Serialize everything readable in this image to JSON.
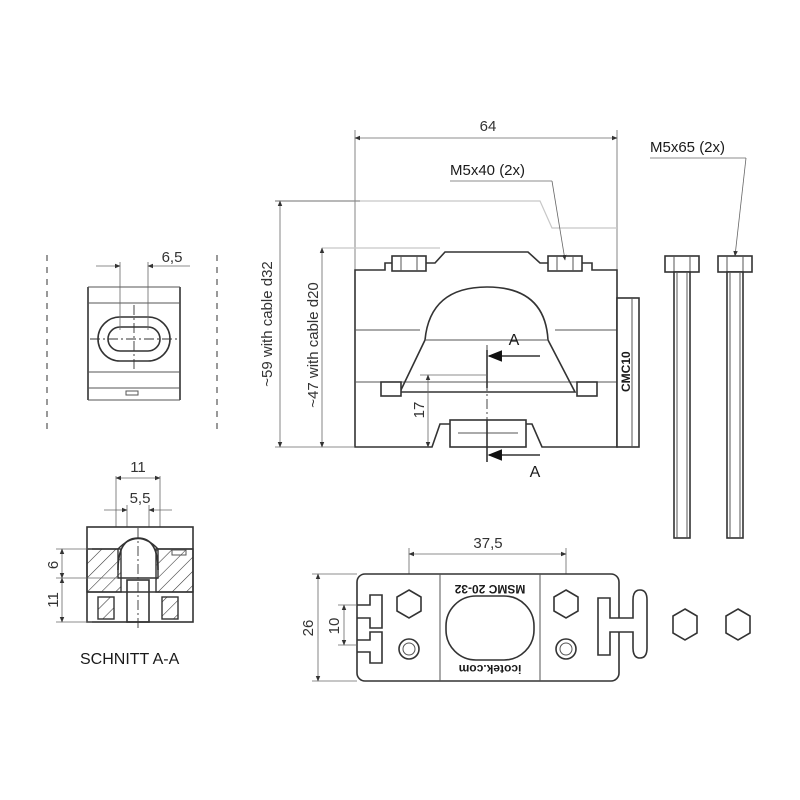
{
  "dimensions": {
    "width_64": "64",
    "height_59": "~59 with cable d32",
    "height_47": "~47 with cable d20",
    "height_17": "17",
    "slot_6_5": "6,5",
    "section_11": "11",
    "section_5_5": "5,5",
    "section_6": "6",
    "section_11_b": "11",
    "bottom_37_5": "37,5",
    "bottom_26": "26",
    "bottom_10": "10"
  },
  "labels": {
    "screw_short": "M5x40 (2x)",
    "screw_long": "M5x65 (2x)",
    "section_marker_top": "A",
    "section_marker_bottom": "A",
    "section_title": "SCHNITT A-A",
    "part_side": "CMC10",
    "part_top": "MSMC 20-32",
    "brand": "icotek.com"
  }
}
